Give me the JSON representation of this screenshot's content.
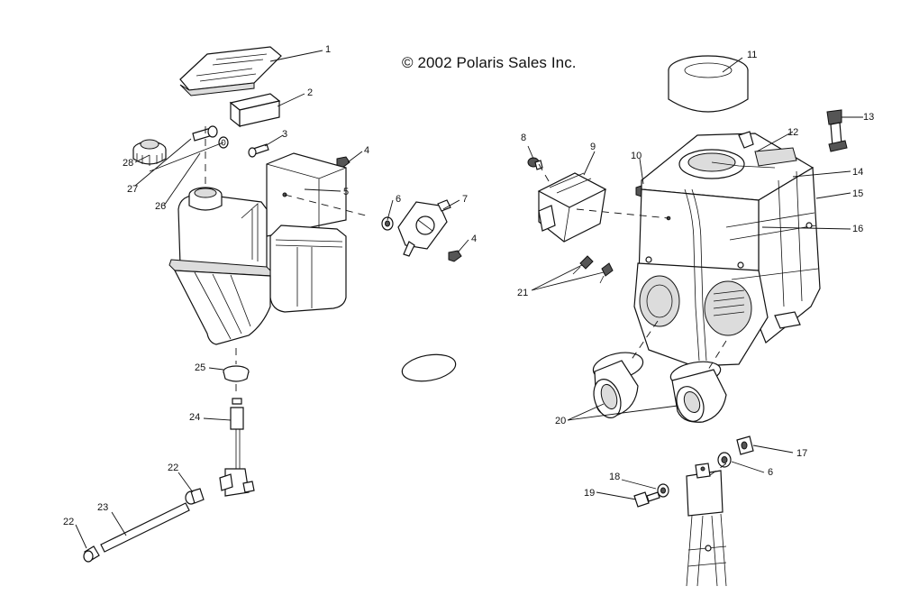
{
  "copyright": "© 2002 Polaris Sales Inc.",
  "callouts": [
    "1",
    "2",
    "3",
    "4",
    "5",
    "6",
    "7",
    "4",
    "8",
    "9",
    "10",
    "11",
    "12",
    "13",
    "14",
    "15",
    "16",
    "17",
    "6",
    "18",
    "19",
    "20",
    "21",
    "22",
    "23",
    "22",
    "24",
    "25",
    "26",
    "27",
    "28"
  ]
}
